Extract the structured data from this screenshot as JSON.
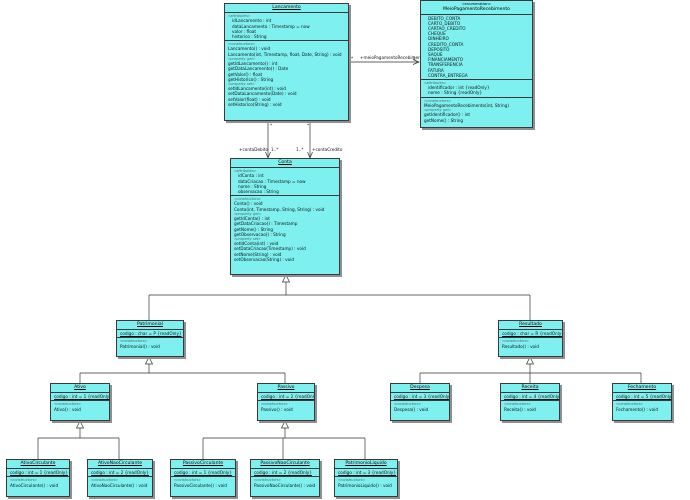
{
  "classes": {
    "lancamento": {
      "name": "Lancamento",
      "attributes_label": "«attributes»",
      "attributes": [
        "idLancamento : int",
        "dataLancamento : Timestamp = now",
        "valor : float",
        "historico : String"
      ],
      "constructors_label": "«constructors»",
      "constructors": [
        "Lancamento() : void",
        "Lancamento(int, Timestamp, float, Date, String) : void"
      ],
      "get_label": "«property get»",
      "getters": [
        "getIdLancamento() : int",
        "getDataLancamento() : Date",
        "getValor() : float",
        "getHistorico() : String"
      ],
      "set_label": "«property set»",
      "setters": [
        "setIdLancamento(int) : void",
        "setDataLancamento(Date) : void",
        "setValor(float) : void",
        "setHistorico(String) : void"
      ]
    },
    "meio": {
      "stereotype": "«enumeration»",
      "name": "MeioPagamentoRecebimento",
      "literals": [
        "DEBITO_CONTA",
        "CARTO_DEBITO",
        "CARTAO_CREDITO",
        "CHEQUE",
        "DINHEIRO",
        "CREDITO_CONTA",
        "DEPOSITO",
        "SAQUE",
        "FINANCIAMENTO",
        "TRANSFERENCIA",
        "FATURA",
        "CONTRA_ENTREGA"
      ],
      "attributes_label": "«attributes»",
      "attributes": [
        "identificador : int {readOnly}",
        "nome : String {readOnly}"
      ],
      "constructors_label": "«constructors»",
      "constructors": [
        "MeioPagamentoRecebimento(int, String)"
      ],
      "get_label": "«property get»",
      "getters": [
        "getIdentificador() : int",
        "getNome() : String"
      ]
    },
    "conta": {
      "name": "Conta",
      "attributes_label": "«attributes»",
      "attributes": [
        "idConta : int",
        "dataCriacao : Timestamp = now",
        "nome : String",
        "observacao : String"
      ],
      "constructors_label": "«constructors»",
      "constructors": [
        "Conta() : void",
        "Conta(int, Timestamp, String, String) : void"
      ],
      "get_label": "«property get»",
      "getters": [
        "getIdConta() : int",
        "getDataCriacao() : Timestamp",
        "getNome() : String",
        "getObservacao() : String"
      ],
      "set_label": "«property set»",
      "setters": [
        "setIdConta(int) : void",
        "setDataCriacao(Timestamp) : void",
        "setNome(String) : void",
        "setObservacao(String) : void"
      ]
    },
    "patrimonial": {
      "name": "Patrimonial",
      "attribute": "codigo : char = P {readOnly}",
      "constructors_label": "«constructors»",
      "constructor": "Patrimonial() : void"
    },
    "resultado": {
      "name": "Resultado",
      "attribute": "codigo : char = R {readOnly}",
      "constructors_label": "«constructors»",
      "constructor": "Resultado() : void"
    },
    "ativo": {
      "name": "Ativo",
      "attribute": "codigo : int = 1 {readOnly}",
      "constructors_label": "«constructors»",
      "constructor": "Ativo() : void"
    },
    "passivo": {
      "name": "Passivo",
      "attribute": "codigo : int = 2 {readOnly}",
      "constructors_label": "«constructors»",
      "constructor": "Passivo() : void"
    },
    "despesa": {
      "name": "Despesa",
      "attribute": "codigo : int = 3 {readOnly}",
      "constructors_label": "«constructors»",
      "constructor": "Despesa() : void"
    },
    "receita": {
      "name": "Receita",
      "attribute": "codigo : int = 4 {readOnly}",
      "constructors_label": "«constructors»",
      "constructor": "Receita() : void"
    },
    "fechamento": {
      "name": "Fechamento",
      "attribute": "codigo : int = 5 {readOnly}",
      "constructors_label": "«constructors»",
      "constructor": "Fechamento() : void"
    },
    "ativo_circulante": {
      "name": "AtivoCirculante",
      "attribute": "codigo : int = 1 {readOnly}",
      "constructors_label": "«constructors»",
      "constructor": "AtivoCirculante() : void"
    },
    "ativo_nao_circulante": {
      "name": "AtivoNaoCirculante",
      "attribute": "codigo : int = 2 {readOnly}",
      "constructors_label": "«constructors»",
      "constructor": "AtivoNaoCirculante() : void"
    },
    "passivo_circulante": {
      "name": "PassivoCirculante",
      "attribute": "codigo : int = 1 {readOnly}",
      "constructors_label": "«constructors»",
      "constructor": "PassivoCirculante() : void"
    },
    "passivo_nao_circulante": {
      "name": "PassivoNaoCirculante",
      "attribute": "codigo : int = 2 {readOnly}",
      "constructors_label": "«constructors»",
      "constructor": "PassivoNaoCirculante() : void"
    },
    "patrimonio_liquido": {
      "name": "PatrimonioLiquido",
      "attribute": "codigo : int = 3 {readOnly}",
      "constructors_label": "«constructors»",
      "constructor": "PatrimonioLiquido() : void"
    }
  },
  "associations": {
    "meio_role": "+meioPagamentoRecebimento",
    "meio_mult_lancamento": "*",
    "meio_mult_meio": "1",
    "debito_mult_lancamento": "*",
    "debito_mult_conta": "1..*",
    "debito_role": "+contaDebito",
    "credito_mult_lancamento": "*",
    "credito_mult_conta": "1..*",
    "credito_role": "+contaCredito"
  }
}
